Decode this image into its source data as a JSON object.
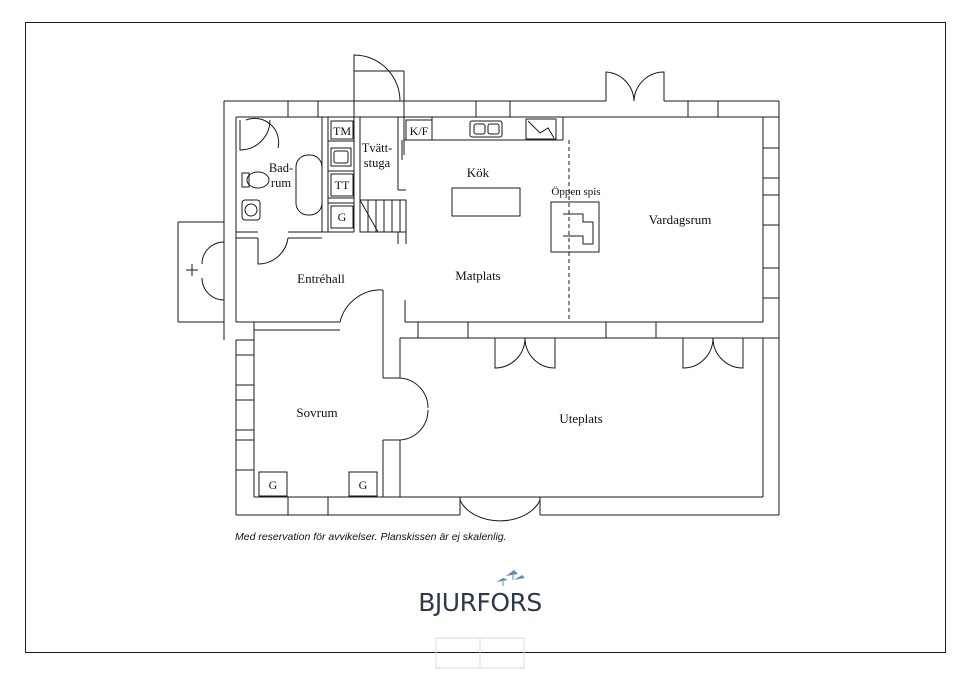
{
  "rooms": {
    "tm": "TM",
    "kf": "K/F",
    "tvatt1": "Tvätt-",
    "tvatt2": "stuga",
    "bad1": "Bad-",
    "bad2": "rum",
    "tt": "TT",
    "kok": "Kök",
    "oppen_spis": "Öppen spis",
    "g_laundry": "G",
    "vardagsrum": "Vardagsrum",
    "entrehall": "Entréhall",
    "matplats": "Matplats",
    "sovrum": "Sovrum",
    "uteplats": "Uteplats",
    "g_left": "G",
    "g_right": "G"
  },
  "footer": {
    "disclaimer": "Med reservation för avvikelser. Planskissen är ej skalenlig.",
    "brand": "BJURFORS"
  },
  "colors": {
    "line": "#1a1a1a",
    "brand": "#2b3a4a",
    "birds": "#5b8db8"
  }
}
